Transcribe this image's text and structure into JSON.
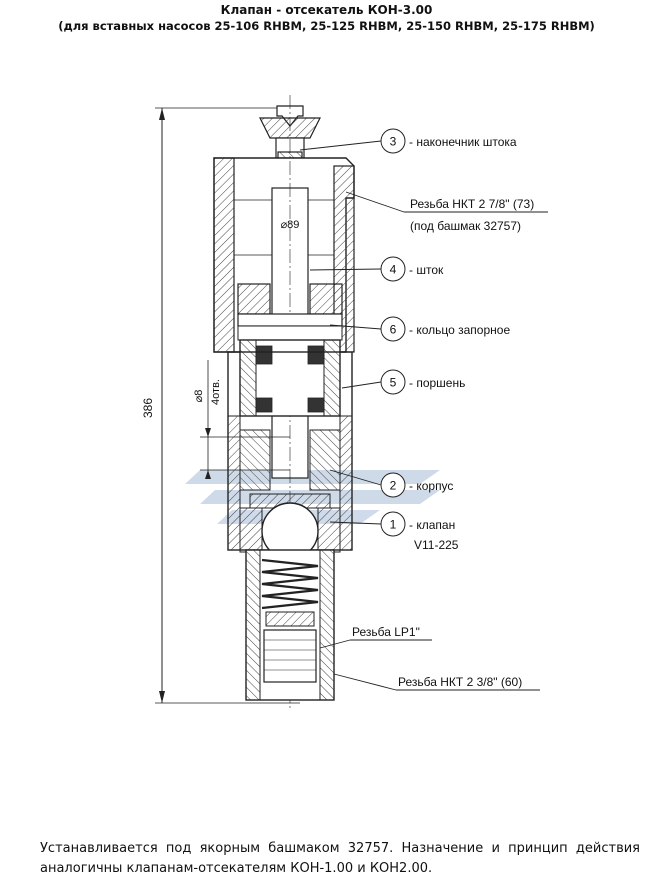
{
  "title": "Клапан - отсекатель КОН-3.00",
  "subtitle": "(для вставных насосов 25-106 RHBM, 25-125 RHBM, 25-150 RHBM, 25-175 RHBM)",
  "dimensions": {
    "overall_height": "386",
    "bore_diameter": "⌀89",
    "hole_diameter": "⌀8",
    "hole_count": "4отв."
  },
  "callouts": [
    {
      "num": "3",
      "label": "- наконечник штока"
    },
    {
      "num": "4",
      "label": "- шток"
    },
    {
      "num": "6",
      "label": "- кольцо запорное"
    },
    {
      "num": "5",
      "label": "- поршень"
    },
    {
      "num": "2",
      "label": "- корпус"
    },
    {
      "num": "1",
      "label": "- клапан",
      "label2": "V11-225"
    }
  ],
  "threads": {
    "top_thread": "Резьба НКТ 2 7/8\" (73)",
    "top_note": "(под башмак 32757)",
    "lp_thread": "Резьба LP1\"",
    "bottom_thread": "Резьба НКТ 2 3/8\" (60)"
  },
  "description": "Устанавливается под якорным башмаком 32757. Назначение и принцип действия аналогичны клапанам-отсекателям КОН-1.00 и КОН2.00.",
  "colors": {
    "line": "#222222",
    "hatch": "#444444",
    "watermark": "#c7d4e6"
  }
}
